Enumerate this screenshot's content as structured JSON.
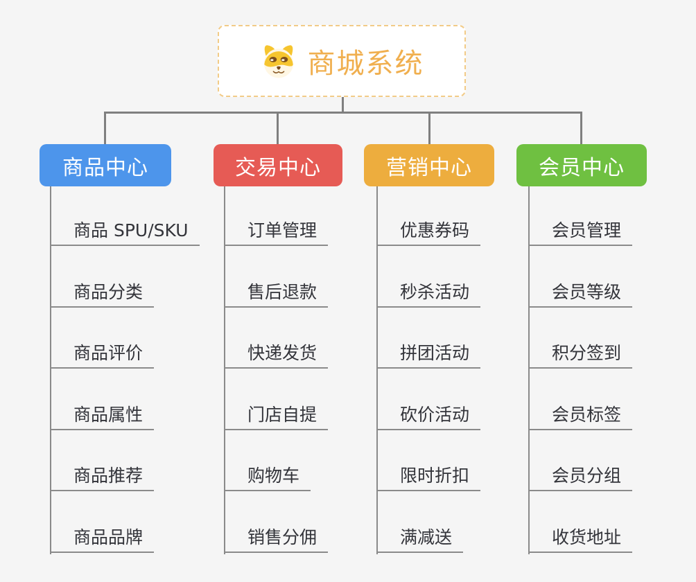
{
  "root": {
    "title": "商城系统",
    "icon": "doge-icon"
  },
  "branches": [
    {
      "label": "商品中心",
      "color": "#4d95eb",
      "items": [
        "商品 SPU/SKU",
        "商品分类",
        "商品评价",
        "商品属性",
        "商品推荐",
        "商品品牌"
      ]
    },
    {
      "label": "交易中心",
      "color": "#e65b55",
      "items": [
        "订单管理",
        "售后退款",
        "快递发货",
        "门店自提",
        "购物车",
        "销售分佣"
      ]
    },
    {
      "label": "营销中心",
      "color": "#edad3e",
      "items": [
        "优惠券码",
        "秒杀活动",
        "拼团活动",
        "砍价活动",
        "限时折扣",
        "满减送"
      ]
    },
    {
      "label": "会员中心",
      "color": "#6fc041",
      "items": [
        "会员管理",
        "会员等级",
        "积分签到",
        "会员标签",
        "会员分组",
        "收货地址"
      ]
    }
  ],
  "colors": {
    "background": "#f5f5f5",
    "connector": "#7f7f7f",
    "child_underline": "#8a8a8a",
    "child_text": "#33343a",
    "root_text": "#f0af4f",
    "root_border": "#f2cb87"
  }
}
